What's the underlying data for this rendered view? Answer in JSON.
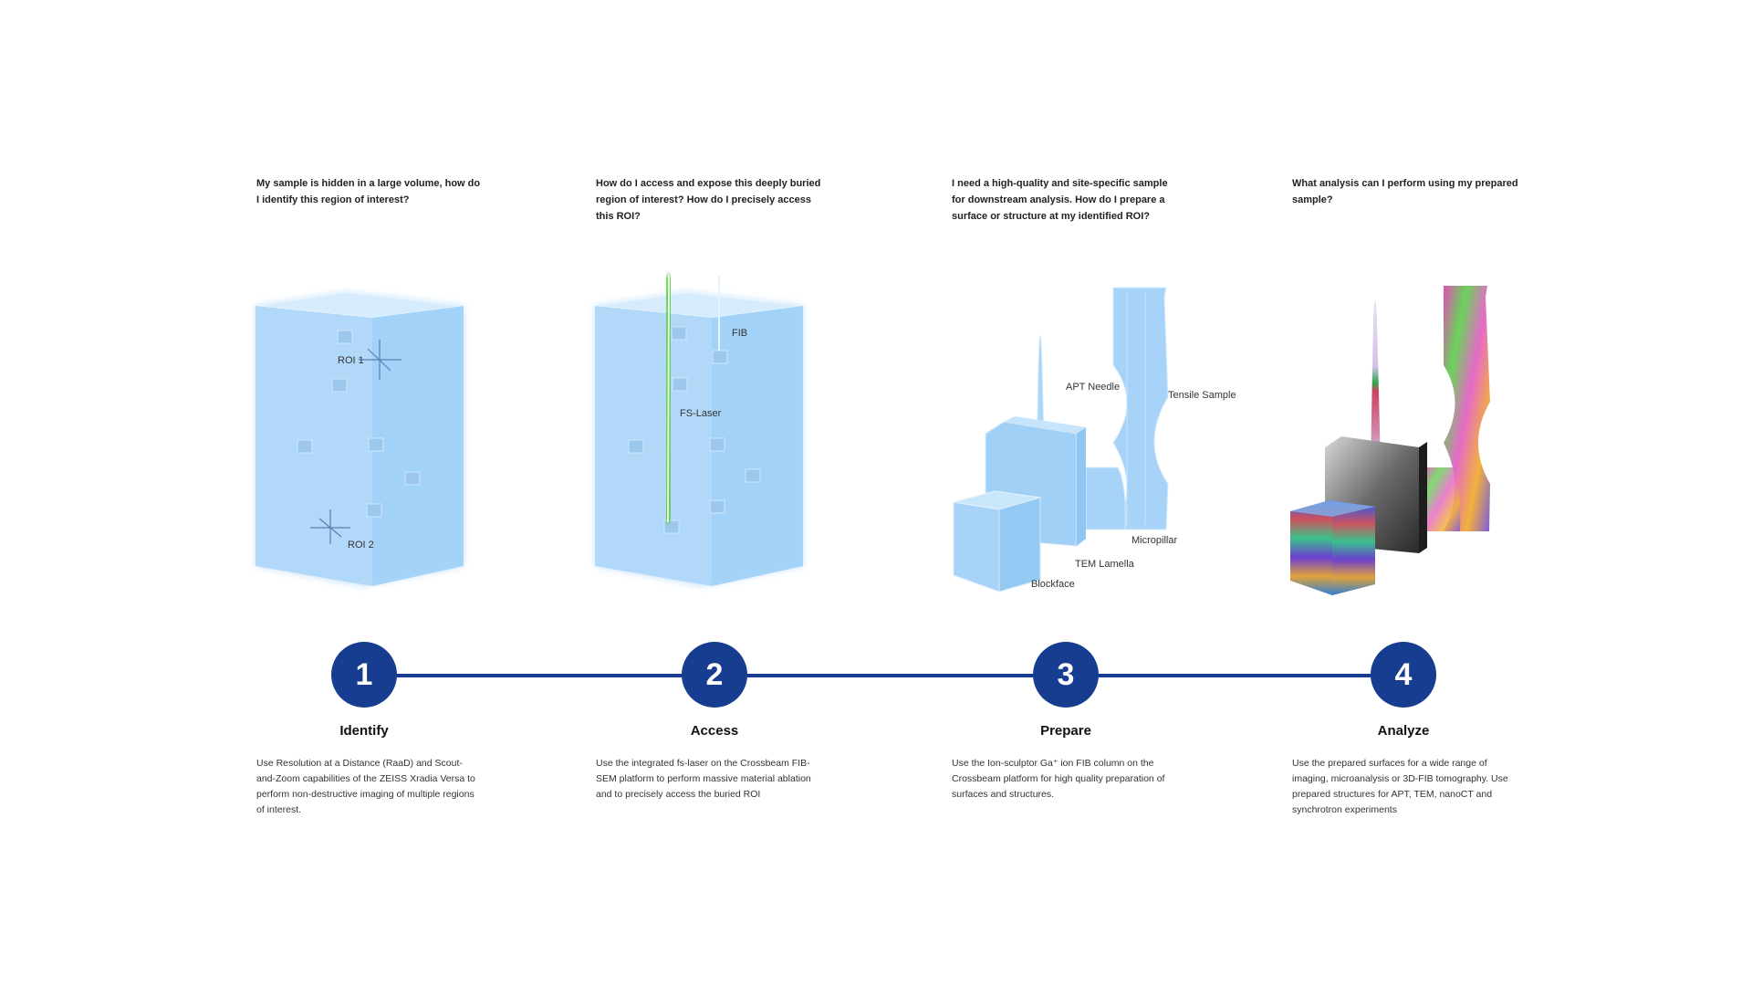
{
  "steps": [
    {
      "number": "1",
      "title": "Identify",
      "question": "My sample is hidden in a large volume, how do I identify this region of interest?",
      "description": "Use Resolution at a Distance (RaaD) and Scout-and-Zoom capabilities of the ZEISS Xradia Versa to perform non-destructive imaging of multiple regions of interest.",
      "labels": {
        "roi1": "ROI 1",
        "roi2": "ROI 2"
      }
    },
    {
      "number": "2",
      "title": "Access",
      "question": "How do I access and expose this deeply buried region of interest? How do I precisely access this ROI?",
      "description": "Use the integrated fs-laser on the Crossbeam FIB-SEM platform to perform massive material ablation and to precisely access the buried ROI",
      "labels": {
        "fib": "FIB",
        "laser": "FS-Laser"
      }
    },
    {
      "number": "3",
      "title": "Prepare",
      "question": "I need a high-quality and site-specific sample for downstream analysis. How do I prepare a surface or structure at my identified ROI?",
      "description": "Use the Ion-sculptor Ga⁺ ion FIB column on the Crossbeam platform for high quality preparation of surfaces and structures.",
      "labels": {
        "apt": "APT Needle",
        "tensile": "Tensile Sample",
        "micropillar": "Micropillar",
        "lamella": "TEM Lamella",
        "blockface": "Blockface"
      }
    },
    {
      "number": "4",
      "title": "Analyze",
      "question": "What analysis can I perform using my prepared sample?",
      "description": "Use the prepared surfaces for a wide range of imaging, microanalysis or 3D-FIB tomography. Use prepared structures for APT, TEM, nanoCT and synchrotron experiments"
    }
  ],
  "colors": {
    "accent": "#163d8f",
    "volume": "#bfe1fb",
    "laser": "#4ecb3a",
    "fib": "#3c8fe6"
  }
}
